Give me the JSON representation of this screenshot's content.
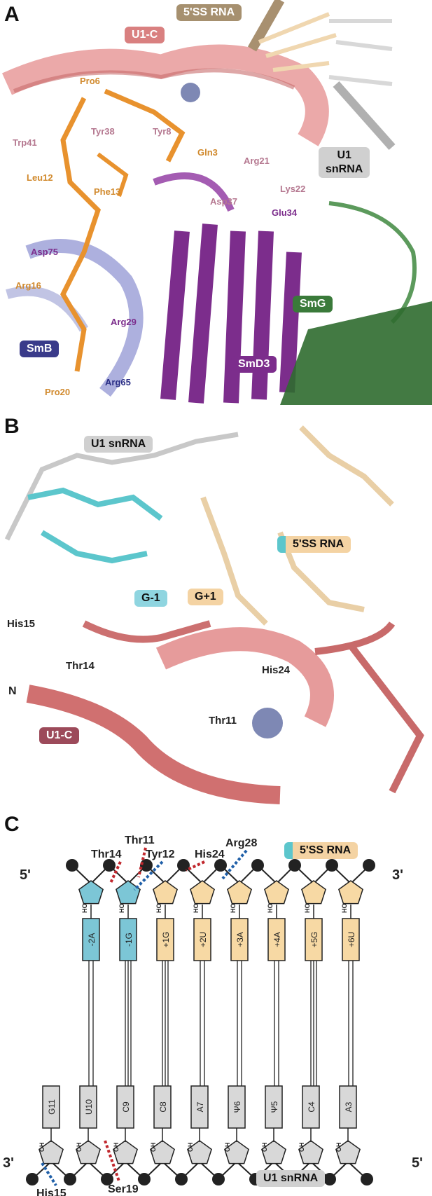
{
  "panel_a": {
    "letter": "A",
    "tags": {
      "five_ss": "5'SS RNA",
      "u1c": "U1-C",
      "u1_snrna": "U1\nsnRNA",
      "smg": "SmG",
      "smb": "SmB",
      "smd3": "SmD3"
    },
    "residues": {
      "pro6": "Pro6",
      "trp41": "Trp41",
      "tyr38": "Tyr38",
      "tyr8": "Tyr8",
      "gln3": "Gln3",
      "arg21": "Arg21",
      "lys22": "Lys22",
      "leu12": "Leu12",
      "phe13": "Phe13",
      "asp37": "Asp37",
      "glu34": "Glu34",
      "asp75": "Asp75",
      "arg16": "Arg16",
      "arg29": "Arg29",
      "pro20": "Pro20",
      "arg65": "Arg65"
    }
  },
  "panel_b": {
    "letter": "B",
    "tags": {
      "u1_snrna": "U1 snRNA",
      "five_ss": "5'SS RNA",
      "g_minus1": "G-1",
      "g_plus1": "G+1",
      "u1c": "U1-C"
    },
    "labels": {
      "his15": "His15",
      "thr14": "Thr14",
      "his24": "His24",
      "n_term": "N",
      "thr11": "Thr11"
    }
  },
  "panel_c": {
    "letter": "C",
    "tags": {
      "five_ss": "5'SS RNA",
      "u1_snrna": "U1 snRNA"
    },
    "ends": {
      "top_left": "5'",
      "top_right": "3'",
      "bottom_left": "3'",
      "bottom_right": "5'"
    },
    "top_residues": [
      "Thr11",
      "Thr14",
      "Tyr12",
      "His24",
      "Arg28"
    ],
    "bottom_residues": [
      "His15",
      "Ser19"
    ],
    "top_bases": [
      "-2A",
      "-1G",
      "+1G",
      "+2U",
      "+3A",
      "+4A",
      "+5G",
      "+6U"
    ],
    "bottom_bases": [
      "G11",
      "U10",
      "C9",
      "C8",
      "A7",
      "Ψ6",
      "Ψ5",
      "C4",
      "A3"
    ],
    "sugar_label_top": "HO",
    "sugar_label_bottom": "OH",
    "colors": {
      "blue_base": "#7cc6d6",
      "orange_base": "#f7d9a4",
      "gray_base": "#d8d8d8",
      "red_contact": "#c0272d",
      "blue_contact": "#1f5fa8"
    }
  }
}
